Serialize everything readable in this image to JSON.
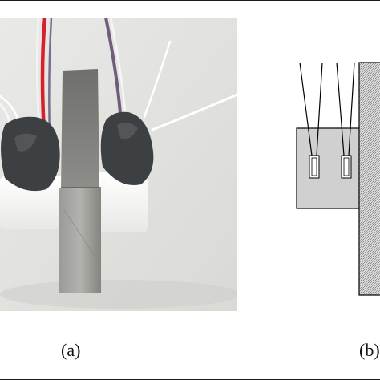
{
  "figure": {
    "panel_a": {
      "label": "(a)"
    },
    "panel_b": {
      "label": "(b)"
    }
  },
  "colors": {
    "photo_background": "#e4e4e2",
    "metal_block": "#8e8e8c",
    "white_holder": "#f4f4f2",
    "rubber_clamp": "#3d4042",
    "wire_red": "#d8202a",
    "diagram_fill": "#d0d0d0",
    "diagram_stroke": "#000000"
  },
  "icons": {
    "photo": "photograph-of-sensor-assembly",
    "diagram": "schematic-of-gauges-on-block"
  }
}
